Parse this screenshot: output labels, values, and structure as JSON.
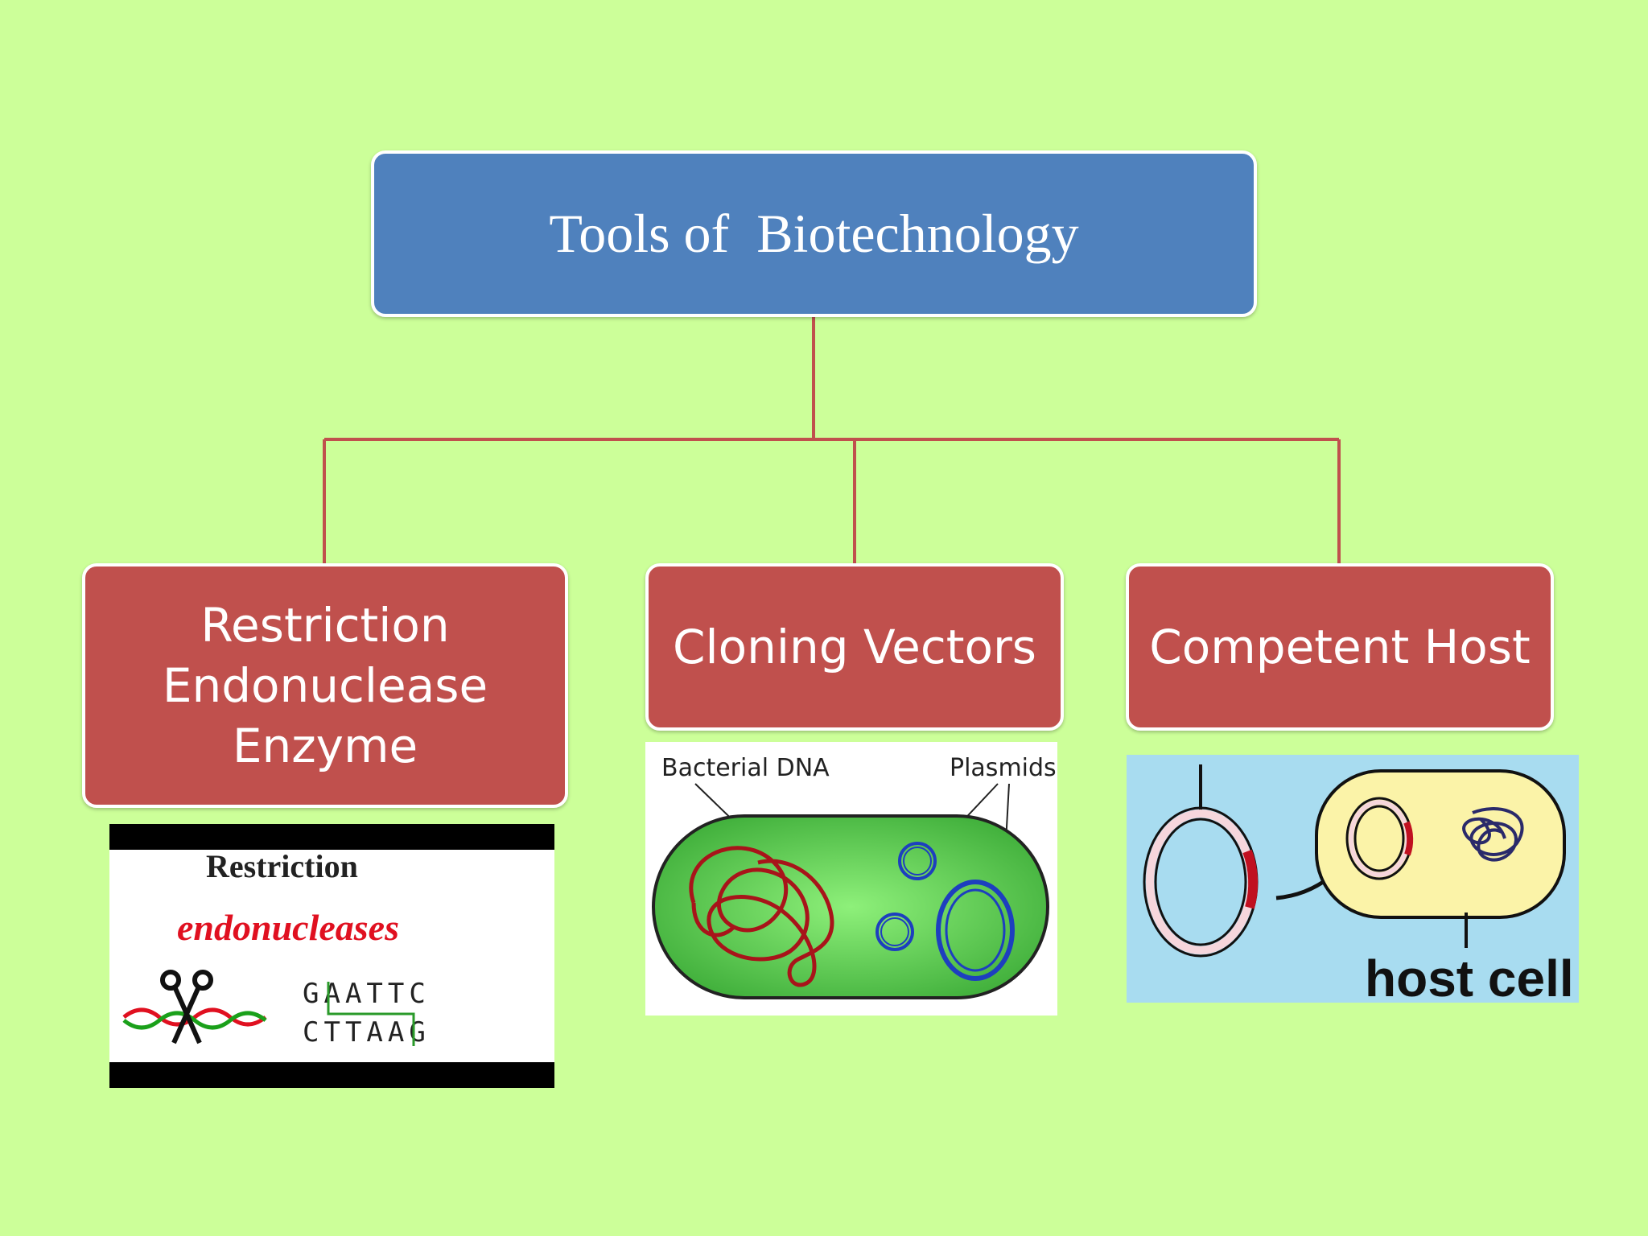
{
  "diagram": {
    "root": {
      "title": "Tools of  Biotechnology"
    },
    "children": [
      {
        "label_lines": [
          "Restriction",
          "Endonuclease",
          "Enzyme"
        ],
        "illustration": {
          "title": "Restriction",
          "subtitle": "endonucleases",
          "seq_top": "GAATTC",
          "seq_bottom": "CTTAAG",
          "icon": "scissors-dna-icon"
        }
      },
      {
        "label_lines": [
          "Cloning Vectors"
        ],
        "illustration": {
          "label_left": "Bacterial DNA",
          "label_right": "Plasmids",
          "icon": "bacterium-plasmid-icon"
        }
      },
      {
        "label_lines": [
          "Competent Host"
        ],
        "illustration": {
          "label": "host cell",
          "icon": "host-cell-transformation-icon"
        }
      }
    ]
  },
  "colors": {
    "background": "#ccff99",
    "root_fill": "#4f81bd",
    "child_fill": "#c0504d",
    "connector": "#c0504d"
  }
}
